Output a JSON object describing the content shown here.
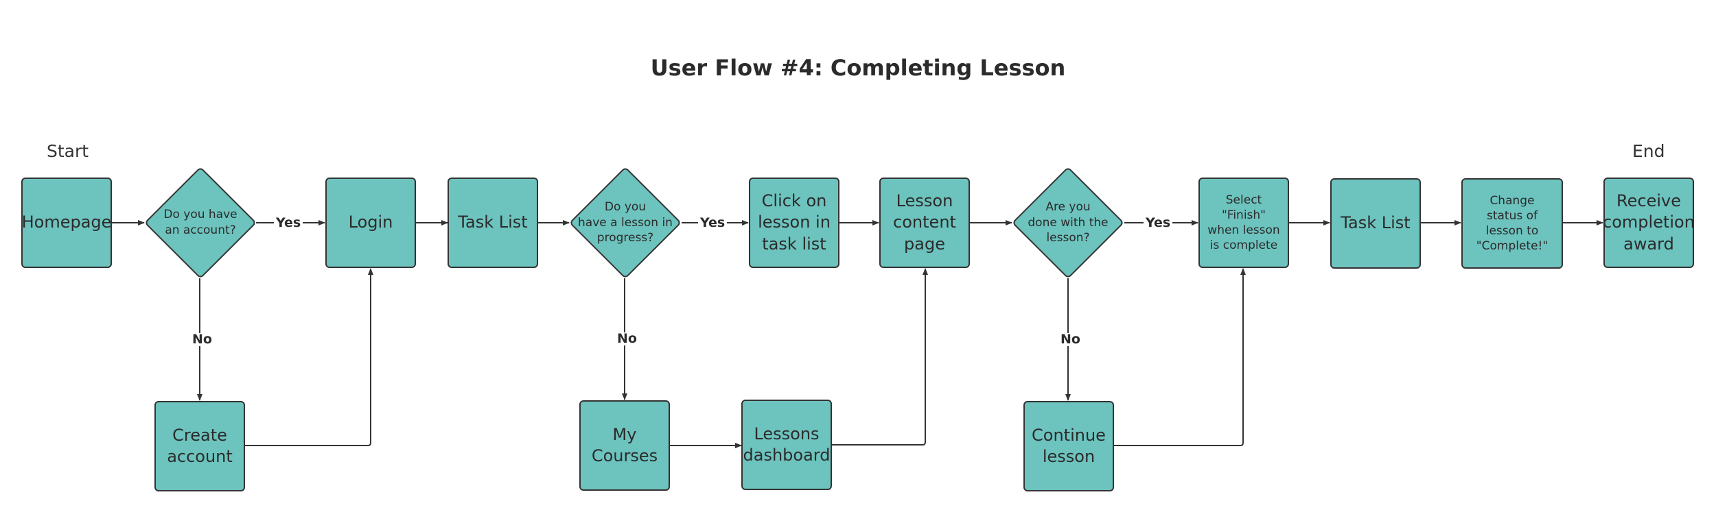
{
  "diagram": {
    "title": "User Flow #4: Completing Lesson",
    "start_label": "Start",
    "end_label": "End",
    "colors": {
      "node_fill": "#6dc3be",
      "stroke": "#333333",
      "text": "#2b2b2b"
    },
    "nodes": {
      "homepage": "Homepage",
      "has_account": "Do you have\nan account?",
      "login": "Login",
      "task_list_1": "Task List",
      "lesson_in_progress": "Do you\nhave a lesson in\nprogress?",
      "click_lesson": "Click on\nlesson in\ntask list",
      "lesson_content": "Lesson\ncontent\npage",
      "done_with_lesson": "Are you\ndone with the\nlesson?",
      "select_finish": "Select\n\"Finish\"\nwhen lesson\nis complete",
      "task_list_2": "Task List",
      "change_status": "Change\nstatus of\nlesson to\n\"Complete!\"",
      "receive_award": "Receive\ncompletion\naward",
      "create_account": "Create\naccount",
      "my_courses": "My\nCourses",
      "lessons_dashboard": "Lessons\ndashboard",
      "continue_lesson": "Continue\nlesson"
    },
    "edge_labels": {
      "yes": "Yes",
      "no": "No"
    }
  }
}
